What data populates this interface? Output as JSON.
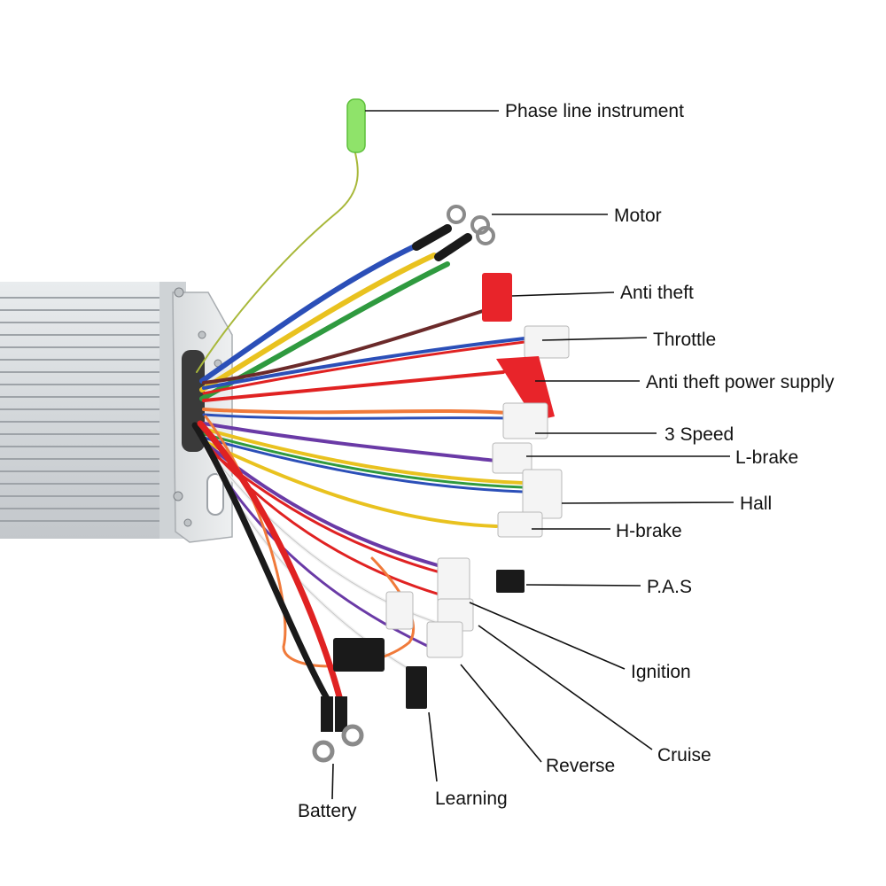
{
  "labels": {
    "phase_line_instrument": "Phase line instrument",
    "motor": "Motor",
    "anti_theft": "Anti theft",
    "throttle": "Throttle",
    "anti_theft_power_supply": "Anti theft power supply",
    "three_speed": "3 Speed",
    "l_brake": "L-brake",
    "hall": "Hall",
    "h_brake": "H-brake",
    "pas": "P.A.S",
    "ignition": "Ignition",
    "cruise": "Cruise",
    "reverse": "Reverse",
    "learning": "Learning",
    "battery": "Battery"
  },
  "colors": {
    "housing": "#d9dcdf",
    "fin_dark": "#b7bbbf",
    "blue": "#2b4fb8",
    "yellow": "#e9c21f",
    "green": "#2f9a3f",
    "red": "#e02222",
    "orange": "#f07a3a",
    "black": "#1a1a1a",
    "purple": "#6a3aa6",
    "white": "#f2f2f2",
    "connector_red": "#e8242a",
    "connector_white": "#f4f4f4",
    "phase_green": "#8fe36a"
  }
}
